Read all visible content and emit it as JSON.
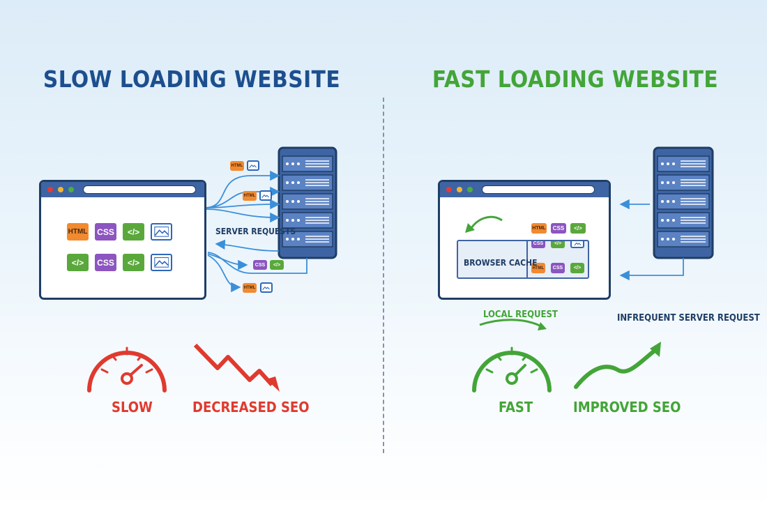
{
  "titles": {
    "slow": "SLOW LOADING WEBSITE",
    "fast": "FAST LOADING WEBSITE"
  },
  "slow_panel": {
    "tiles_row1": [
      "HTML",
      "CSS",
      "</>",
      "image"
    ],
    "tiles_row2": [
      "</>",
      "CSS",
      "</>",
      "image"
    ],
    "server_requests_label": "SERVER REQUESTS",
    "request_files": [
      [
        "HTML",
        "image"
      ],
      [
        "HTML",
        "image"
      ],
      [
        "CSS",
        "</>"
      ],
      [
        "HTML",
        "image"
      ]
    ],
    "speed_label": "SLOW",
    "seo_label": "DECREASED SEO"
  },
  "fast_panel": {
    "browser_files": [
      "HTML",
      "CSS",
      "</>"
    ],
    "browser_cache_label": "BROWSER CACHE",
    "cache_row1": [
      "CSS",
      "</>",
      "image"
    ],
    "cache_row2": [
      "HTML",
      "CSS",
      "</>"
    ],
    "local_request_label": "LOCAL REQUEST",
    "infrequent_label": "INFREQUENT SERVER REQUEST",
    "speed_label": "FAST",
    "seo_label": "IMPROVED SEO"
  },
  "colors": {
    "slow_title": "#1d4f8f",
    "fast_title": "#43a538",
    "bad": "#e03a2f",
    "good": "#43a538",
    "server": "#3e64a3",
    "arrow": "#3b8fd9"
  },
  "icons": [
    "browser-window-icon",
    "server-rack-icon",
    "speedometer-icon",
    "trend-down-icon",
    "trend-up-icon",
    "image-file-icon",
    "code-file-icon"
  ]
}
